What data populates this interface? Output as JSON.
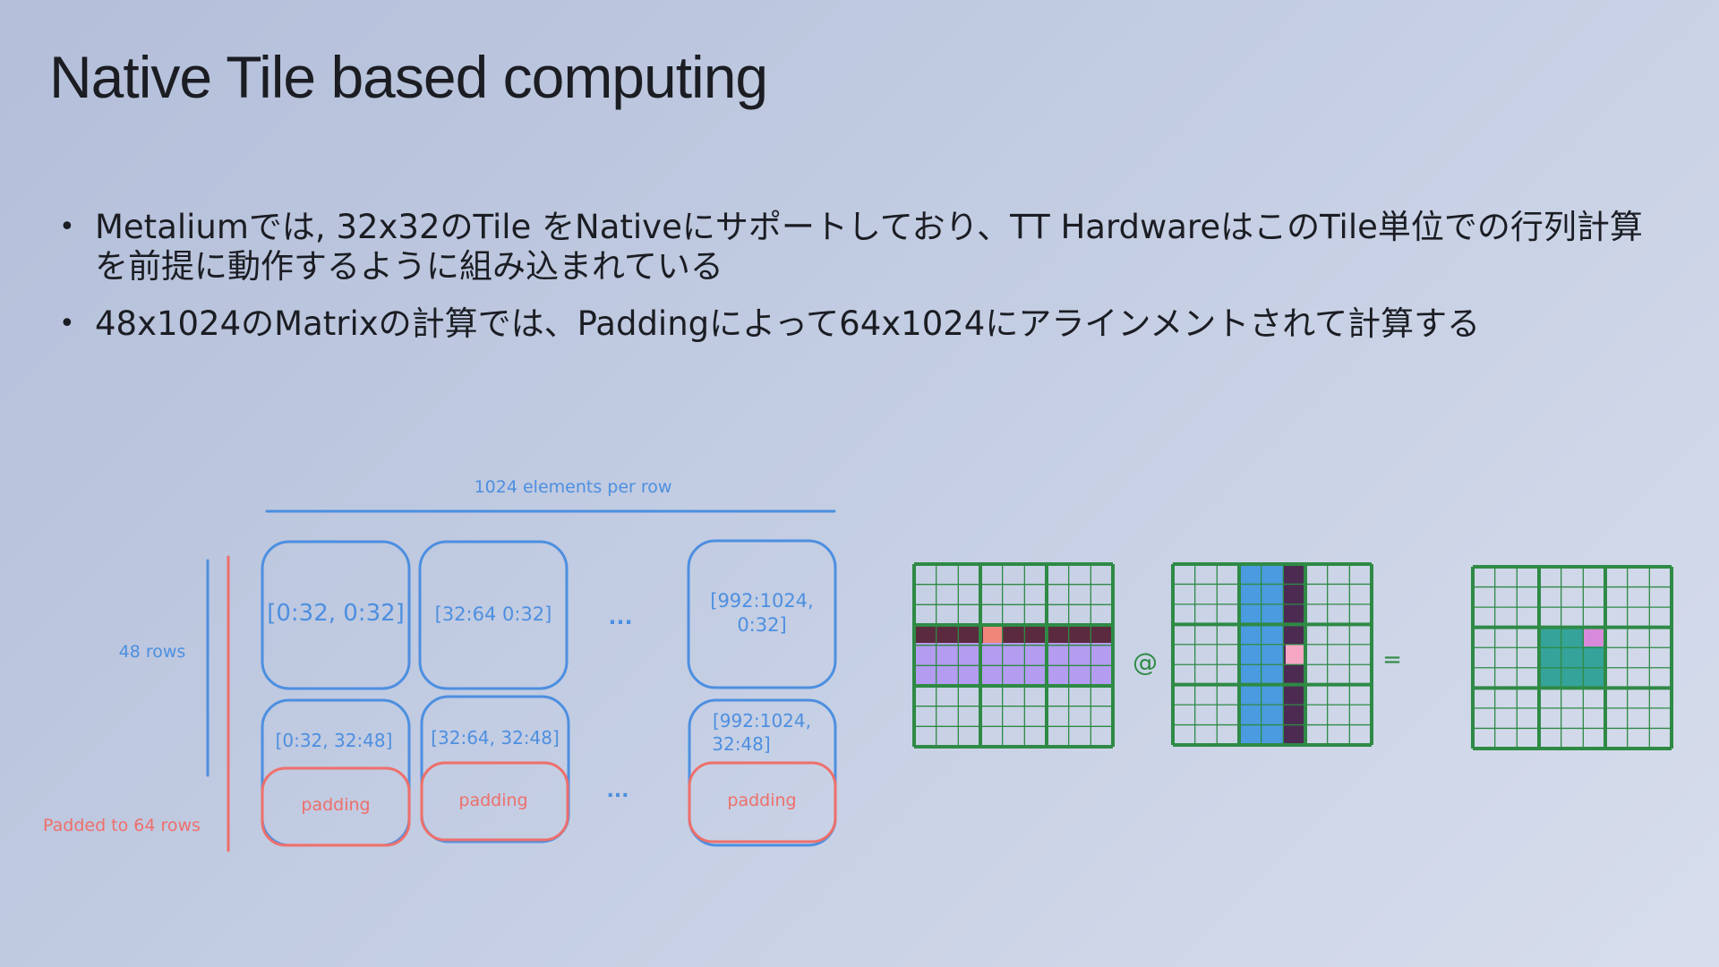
{
  "slide": {
    "title": "Native Tile based computing",
    "bullets": [
      "Metaliumでは, 32x32のTile をNativeにサポートしており、TT HardwareはこのTile単位での行列計算を前提に動作するように組み込まれている",
      "48x1024のMatrixの計算では、Paddingによって64x1024にアラインメントされて計算する"
    ],
    "bullet_symbol": "•"
  },
  "tile_diagram": {
    "row_label": "1024 elements per row",
    "rows_label": "48 rows",
    "padded_label": "Padded to 64 rows",
    "tiles_top": [
      "[0:32, 0:32]",
      "[32:64 0:32]",
      "[992:1024,",
      "0:32]"
    ],
    "tiles_bottom": [
      "[0:32, 32:48]",
      "[32:64, 32:48]",
      "[992:1024,",
      "32:48]"
    ],
    "ellipsis": "...",
    "padding_label": "padding",
    "colors": {
      "blue": "#4d8fe0",
      "red": "#ee6f6b"
    }
  },
  "matmul": {
    "operator_at": "@",
    "operator_eq": "=",
    "colors": {
      "grid": "#2e8a45",
      "dark_row": "#5c2a3e",
      "purple_rows": "#b49cf0",
      "blue_col": "#4a9be0",
      "dark_col": "#4c2a52",
      "salmon_cell": "#f0857a",
      "pink_cell": "#f7a6c4",
      "teal_block": "#36a39a",
      "magenta_cell": "#d78ad9"
    }
  }
}
